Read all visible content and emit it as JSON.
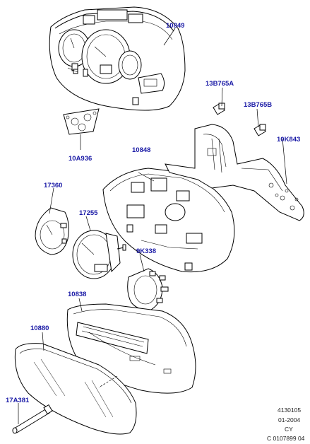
{
  "diagram": {
    "parts": [
      {
        "id": "p1",
        "label": "10849"
      },
      {
        "id": "p2",
        "label": "13B765A"
      },
      {
        "id": "p3",
        "label": "13B765B"
      },
      {
        "id": "p4",
        "label": "10A936"
      },
      {
        "id": "p5",
        "label": "10848"
      },
      {
        "id": "p6",
        "label": "10K843"
      },
      {
        "id": "p7",
        "label": "17360"
      },
      {
        "id": "p8",
        "label": "17255"
      },
      {
        "id": "p9",
        "label": "9K338"
      },
      {
        "id": "p10",
        "label": "10838"
      },
      {
        "id": "p11",
        "label": "10880"
      },
      {
        "id": "p12",
        "label": "17A381"
      }
    ],
    "reference": {
      "line1": "4130105",
      "line2": "01-2004",
      "line3": "CY",
      "line4": "C 0107899 04"
    }
  }
}
